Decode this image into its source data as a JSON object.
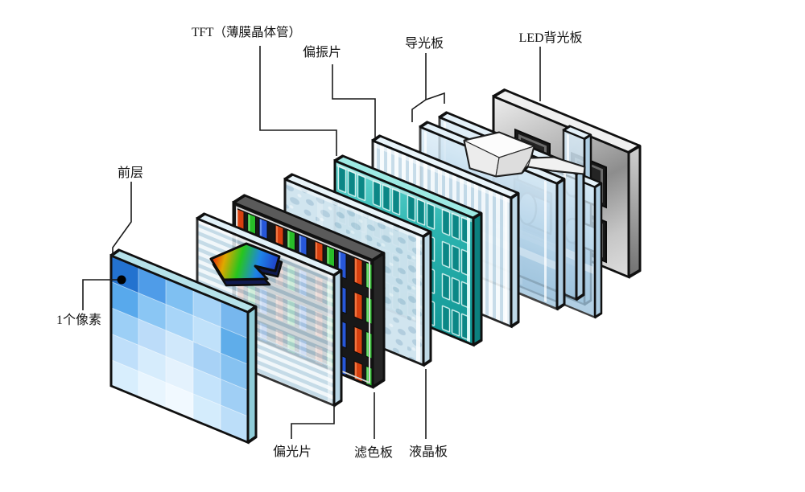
{
  "diagram": {
    "title": "LCD layer structure exploded view",
    "labels": {
      "tft": "TFT（薄膜晶体管）",
      "polarizing_plate": "偏振片",
      "light_guide_plate": "导光板",
      "led_backlight": "LED背光板",
      "front_layer": "前层",
      "one_pixel": "1个像素",
      "polarizer": "偏光片",
      "color_filter": "滤色板",
      "lcd_panel": "液晶板"
    },
    "colors": {
      "pixel_dark_blue": "#2372cf",
      "tft_teal": "#2cb4b0",
      "filter_red": "#d7400f",
      "filter_green": "#28bd28",
      "filter_blue": "#2757d8",
      "glass_blue": "#b3d2e8",
      "backplate_gray": "#b9b9b9",
      "outline_black": "#101010",
      "background": "#ffffff"
    }
  }
}
